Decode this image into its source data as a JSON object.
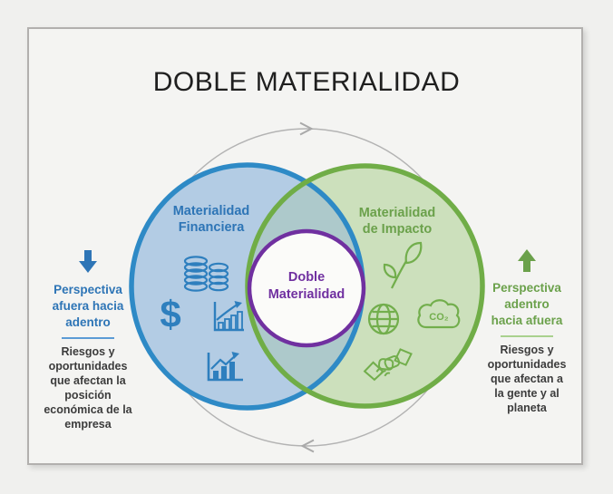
{
  "title": "DOBLE MATERIALIDAD",
  "colors": {
    "blue_stroke": "#2e8ac6",
    "blue_fill": "#b3cce4",
    "blue_text": "#2e75b6",
    "green_stroke": "#70ad47",
    "green_fill": "#cce0bc",
    "green_text": "#6ba14b",
    "overlap_fill": "#adc9cb",
    "purple": "#7030a0",
    "gray_arrow": "#b3b3b3",
    "body_text": "#3c3c3c"
  },
  "venn": {
    "left_circle": {
      "label": "Materialidad\nFinanciera",
      "dollar_symbol": "$",
      "icons": [
        "coins-icon",
        "dollar-icon",
        "bar-chart-rising-icon",
        "growth-chart-icon"
      ]
    },
    "right_circle": {
      "label": "Materialidad\nde Impacto",
      "co2_label": "CO₂",
      "icons": [
        "leaf-icon",
        "globe-icon",
        "co2-cloud-icon",
        "handshake-icon"
      ]
    },
    "center_circle": {
      "label": "Doble\nMaterialidad"
    },
    "cycle_arrow": "clockwise"
  },
  "left_annotation": {
    "arrow_direction": "down",
    "heading": "Perspectiva\nafuera hacia\nadentro",
    "body": "Riesgos y\noportunidades\nque afectan la\nposición\neconómica de la\nempresa"
  },
  "right_annotation": {
    "arrow_direction": "up",
    "heading": "Perspectiva\nadentro\nhacia afuera",
    "body": "Riesgos y\noportunidades\nque afectan a\nla gente y al\nplaneta"
  }
}
